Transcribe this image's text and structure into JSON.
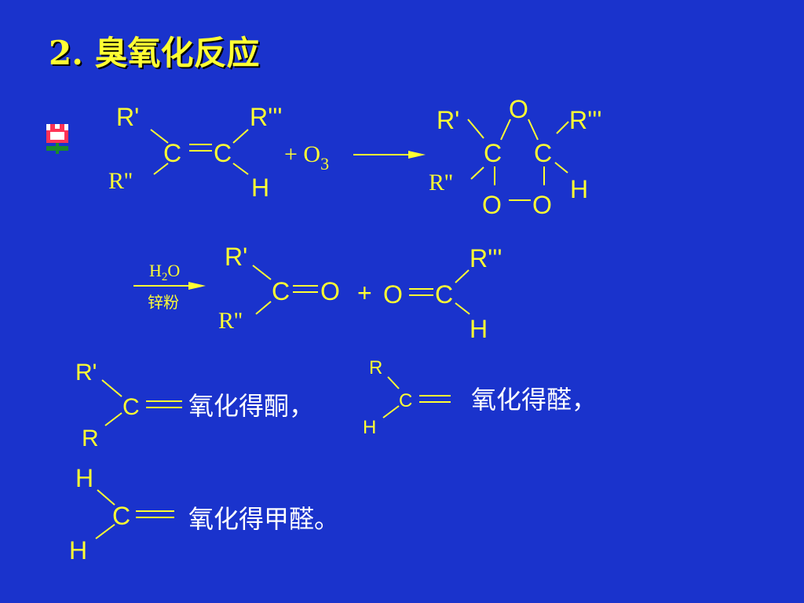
{
  "title": "2. 臭氧化反应",
  "colors": {
    "background": "#1a33cc",
    "title": "#ffff33",
    "structure": "#ffff33",
    "text": "#ffffff"
  },
  "icon": "tulip-icon",
  "reaction1": {
    "left": {
      "r1": "R'",
      "r3": "R'''",
      "r2": "R''",
      "c1": "C",
      "c2": "C",
      "h": "H"
    },
    "plus_o3": "+ O",
    "o3_sub": "3",
    "ozonide": {
      "r1": "R'",
      "r3": "R'''",
      "r2": "R''",
      "c1": "C",
      "c2": "C",
      "o_top": "O",
      "o_left": "O",
      "o_right": "O",
      "h": "H"
    }
  },
  "reaction2": {
    "reagent_top_h": "H",
    "reagent_top_sub": "2",
    "reagent_top_o": "O",
    "reagent_bottom": "锌粉",
    "ketone": {
      "r1": "R'",
      "r2": "R''",
      "c": "C",
      "o": "O"
    },
    "plus": "+",
    "aldehyde": {
      "o": "O",
      "c": "C",
      "r": "R'''",
      "h": "H"
    }
  },
  "rules": {
    "ketone": {
      "top": "R'",
      "c": "C",
      "bottom": "R",
      "text": "氧化得酮，"
    },
    "aldehyde": {
      "top": "R",
      "c": "C",
      "bottom": "H",
      "text": "氧化得醛，"
    },
    "formaldehyde": {
      "top": "H",
      "c": "C",
      "bottom": "H",
      "text": "氧化得甲醛。"
    }
  }
}
